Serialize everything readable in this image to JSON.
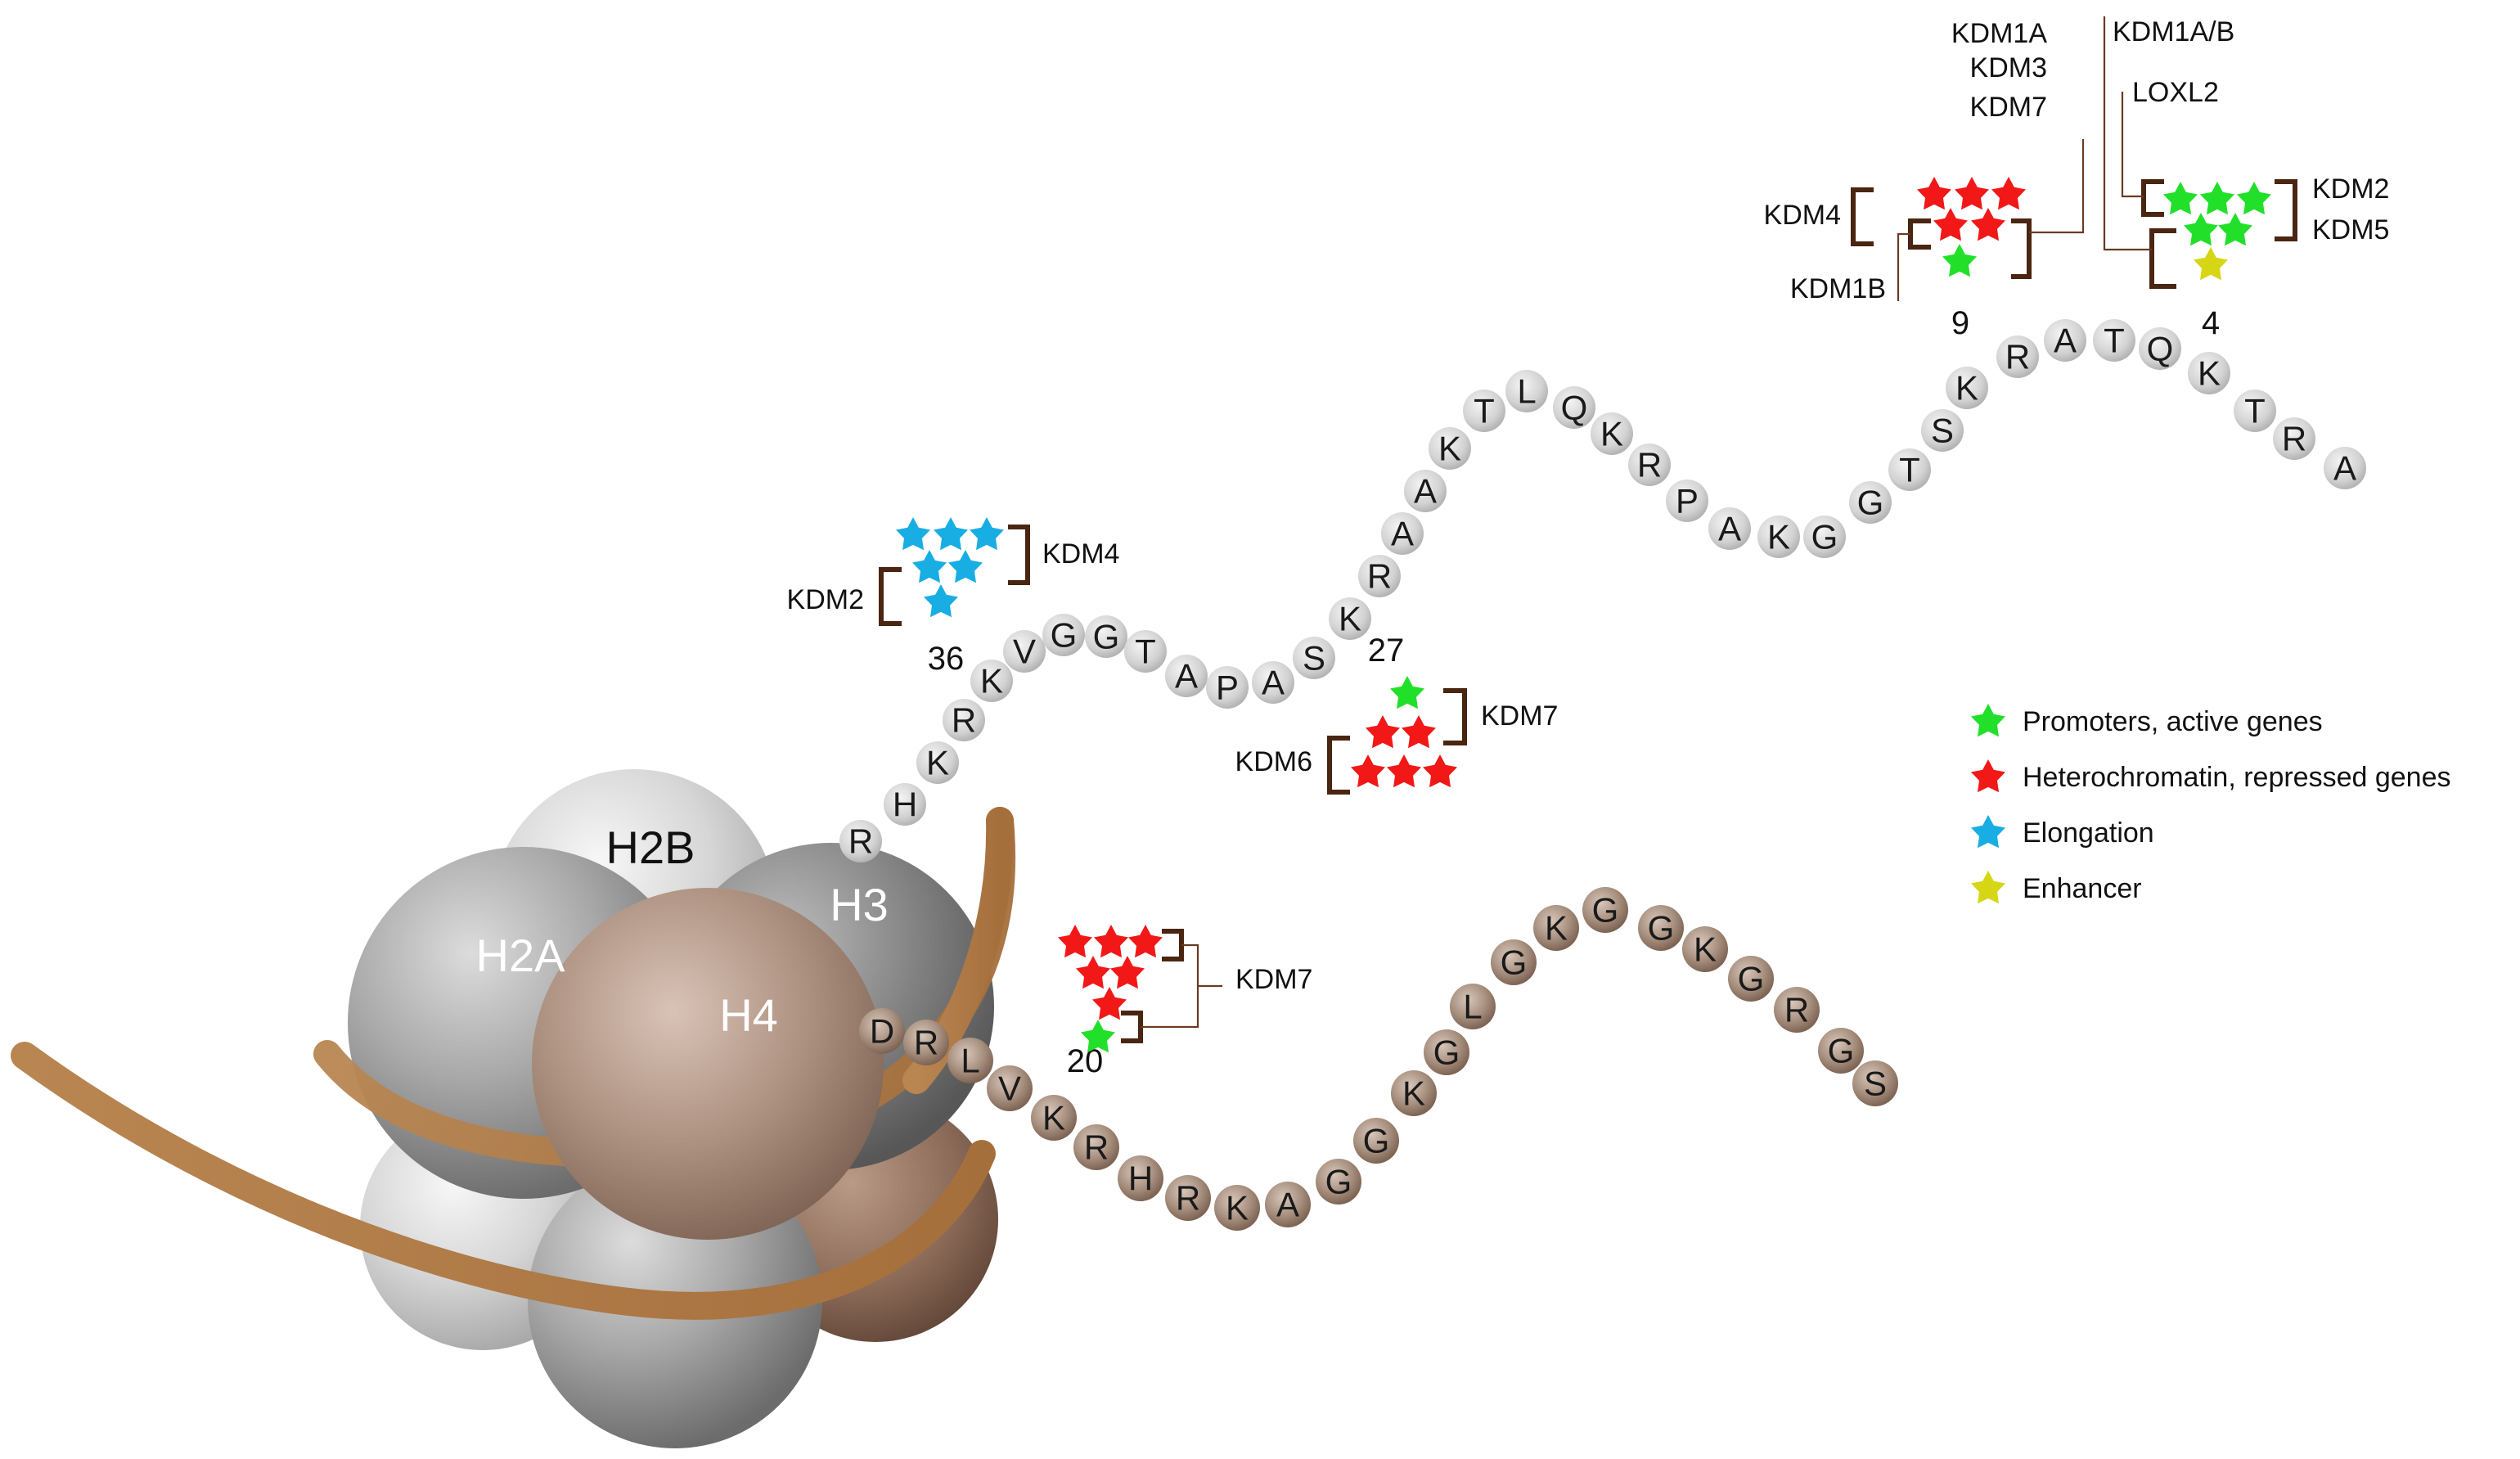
{
  "histones": {
    "h2b": "H2B",
    "h2a": "H2A",
    "h3": "H3",
    "h4": "H4"
  },
  "h3_tail_residues": [
    "R",
    "H",
    "K",
    "R",
    "K",
    "V",
    "G",
    "G",
    "T",
    "A",
    "P",
    "A",
    "S",
    "K",
    "R",
    "A",
    "A",
    "K",
    "T",
    "L",
    "Q",
    "K",
    "R",
    "P",
    "A",
    "K",
    "G",
    "G",
    "T",
    "S",
    "K",
    "R",
    "A",
    "T",
    "Q",
    "K",
    "T",
    "R",
    "A"
  ],
  "h4_tail_residues": [
    "D",
    "R",
    "L",
    "V",
    "K",
    "R",
    "H",
    "R",
    "K",
    "A",
    "G",
    "G",
    "K",
    "G",
    "L",
    "G",
    "K",
    "G",
    "G",
    "K",
    "G",
    "R",
    "G",
    "S"
  ],
  "positions": {
    "h3k4": "4",
    "h3k9": "9",
    "h3k27": "27",
    "h3k36": "36",
    "h4k20": "20"
  },
  "enzyme_labels": {
    "k4_kdm2": "KDM2",
    "k4_kdm5": "KDM5",
    "k4_kdm1ab": "KDM1A/B",
    "k4_loxl2": "LOXL2",
    "k9_kdm1a": "KDM1A",
    "k9_kdm3": "KDM3",
    "k9_kdm7": "KDM7",
    "k9_kdm4": "KDM4",
    "k9_kdm1b": "KDM1B",
    "k36_kdm4": "KDM4",
    "k36_kdm2": "KDM2",
    "k27_kdm7": "KDM7",
    "k27_kdm6": "KDM6",
    "k20_kdm7": "KDM7"
  },
  "legend": [
    {
      "label": "Promoters, active genes",
      "color": "#22e02a",
      "icon": "green-star-icon"
    },
    {
      "label": "Heterochromatin, repressed genes",
      "color": "#f21818",
      "icon": "red-star-icon"
    },
    {
      "label": "Elongation",
      "color": "#19aee3",
      "icon": "blue-star-icon"
    },
    {
      "label": "Enhancer",
      "color": "#d6d614",
      "icon": "yellow-star-icon"
    }
  ],
  "colors": {
    "active": "#22e02a",
    "repressed": "#f21818",
    "elongation": "#19aee3",
    "enhancer": "#d6d614",
    "bracket": "#4a2511",
    "dna": "#b07a45"
  }
}
